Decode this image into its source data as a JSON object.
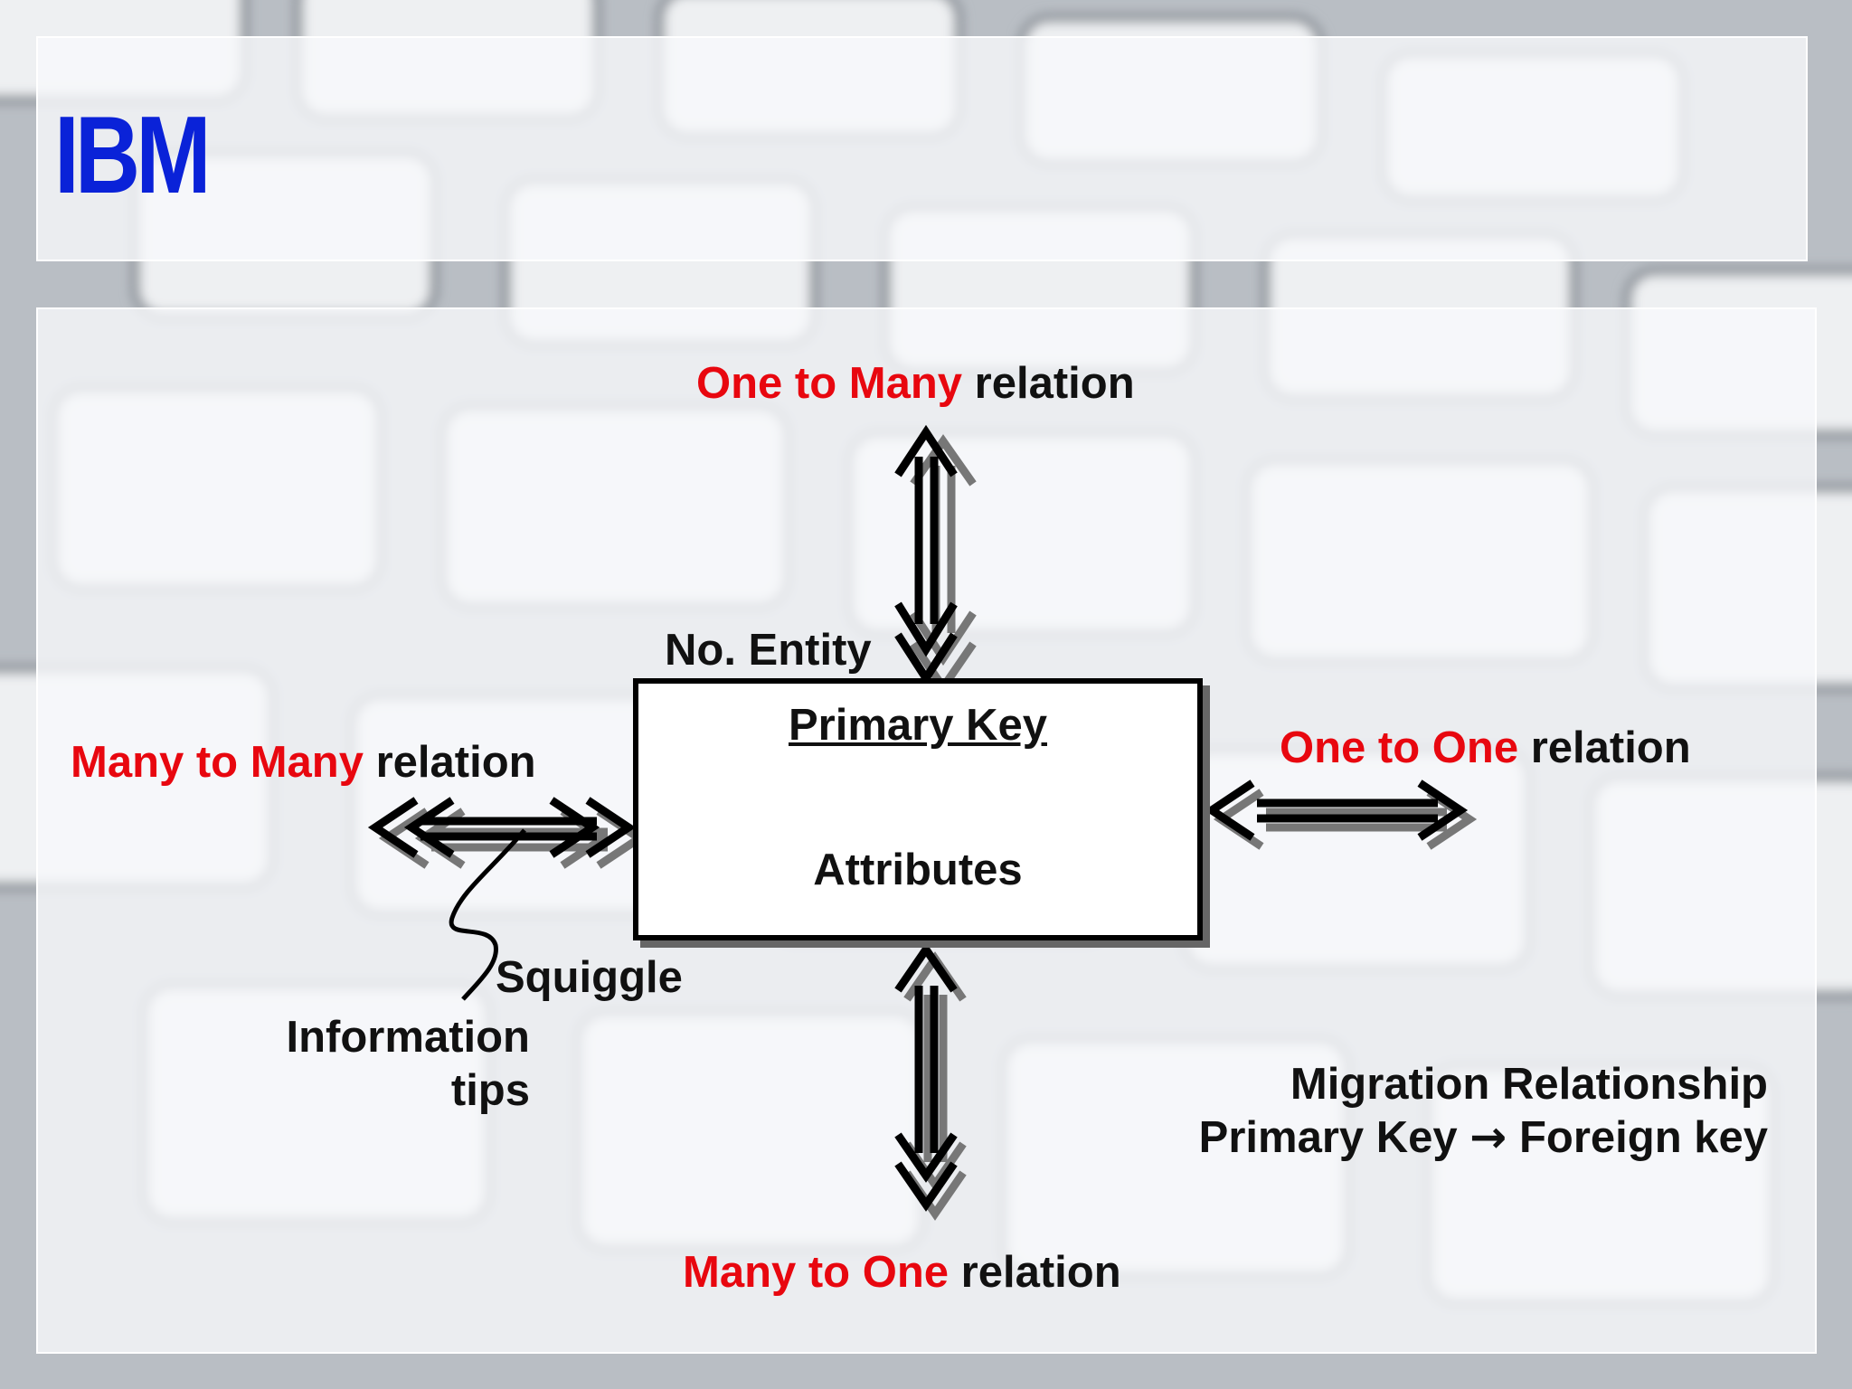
{
  "header": {
    "logo_text": "IBM"
  },
  "entity": {
    "label": "No. Entity",
    "primary_key": "Primary Key",
    "attributes": "Attributes"
  },
  "relations": {
    "top": {
      "red": "One to Many",
      "black": " relation"
    },
    "right": {
      "red": "One to One",
      "black": " relation"
    },
    "left": {
      "red": "Many to Many",
      "black": " relation"
    },
    "bottom": {
      "red": "Many to One",
      "black": " relation"
    }
  },
  "notes": {
    "squiggle": "Squiggle",
    "info_line1": "Information",
    "info_line2": "tips",
    "migration_line1": "Migration Relationship",
    "migration_pk": "Primary Key",
    "migration_arrow": "→",
    "migration_fk": "Foreign key"
  },
  "colors": {
    "logo": "#0a22d8",
    "highlight": "#e8070f",
    "text": "#111111"
  }
}
